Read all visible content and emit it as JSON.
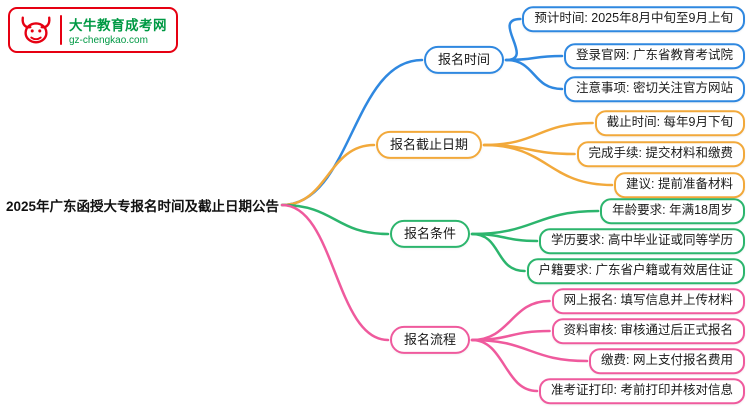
{
  "logo": {
    "site_name": "大牛教育成考网",
    "site_url": "gz-chengkao.com",
    "brand_red": "#e60012",
    "brand_green": "#009944"
  },
  "root": {
    "title": "2025年广东函授大专报名时间及截止日期公告"
  },
  "branches": [
    {
      "label": "报名时间",
      "color": "#2f88e0",
      "children": [
        "预计时间: 2025年8月中旬至9月上旬",
        "登录官网: 广东省教育考试院",
        "注意事项: 密切关注官方网站"
      ]
    },
    {
      "label": "报名截止日期",
      "color": "#f2a93b",
      "children": [
        "截止时间: 每年9月下旬",
        "完成手续: 提交材料和缴费",
        "建议: 提前准备材料"
      ]
    },
    {
      "label": "报名条件",
      "color": "#2cb56d",
      "children": [
        "年龄要求: 年满18周岁",
        "学历要求: 高中毕业证或同等学历",
        "户籍要求: 广东省户籍或有效居住证"
      ]
    },
    {
      "label": "报名流程",
      "color": "#ef5a9d",
      "children": [
        "网上报名: 填写信息并上传材料",
        "资料审核: 审核通过后正式报名",
        "缴费: 网上支付报名费用",
        "准考证打印: 考前打印并核对信息"
      ]
    }
  ]
}
